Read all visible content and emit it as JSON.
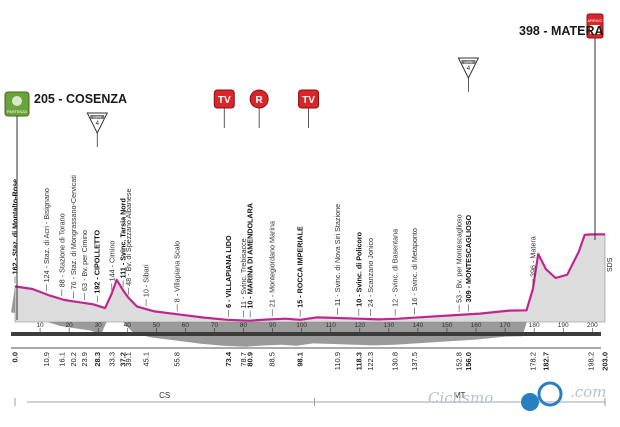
{
  "chart_data": {
    "type": "area",
    "start_label": "205 - COSENZA",
    "finish_label": "398 - MATERA",
    "start_badge": "PARTENZA",
    "finish_badge": "ARRIVO",
    "colors": {
      "profile_face": "#dcdcdc",
      "profile_side": "#9a9a9a",
      "route_line": "#c0268f",
      "tv_badge": "#d8262b",
      "start_badge": "#6aa33a"
    },
    "elevation_profile": {
      "x": [
        0,
        6,
        12,
        17,
        22,
        27,
        31,
        33.3,
        35,
        37.2,
        39,
        42,
        48,
        56,
        65,
        73,
        80.9,
        86,
        93,
        98.1,
        104,
        111,
        118.3,
        125,
        132,
        140,
        150,
        160,
        170,
        176,
        178.2,
        180,
        182.7,
        186,
        190,
        194,
        196,
        198.2,
        200,
        203
      ],
      "y": [
        162,
        150,
        120,
        100,
        90,
        80,
        63,
        130,
        192,
        144,
        111,
        70,
        48,
        35,
        20,
        10,
        6,
        11,
        15,
        10,
        21,
        18,
        15,
        12,
        15,
        22,
        30,
        38,
        52,
        53,
        150,
        309,
        240,
        200,
        215,
        320,
        396,
        398,
        398,
        398
      ]
    },
    "waypoints": [
      {
        "km": 0.0,
        "elev": 162,
        "label": "162 - Staz. di Montalto-Rose",
        "dist": "0.0",
        "emph": true
      },
      {
        "km": 10.9,
        "elev": 124,
        "label": "124 - Staz. di Acri - Bisignano",
        "dist": "10.9",
        "emph": false
      },
      {
        "km": 16.1,
        "elev": 88,
        "label": "88 - Stazione di Torano",
        "dist": "16.1",
        "emph": false
      },
      {
        "km": 20.2,
        "elev": 76,
        "label": "76 - Staz. di Mongrassano-Cervicati",
        "dist": "20.2",
        "emph": false
      },
      {
        "km": 23.9,
        "elev": 63,
        "label": "63 - Bv. per Cimino",
        "dist": "23.9",
        "emph": false
      },
      {
        "km": 28.3,
        "elev": 192,
        "label": "192 - CIPOLLETTO",
        "dist": "28.3",
        "emph": true
      },
      {
        "km": 33.3,
        "elev": 144,
        "label": "144 - Cimino",
        "dist": "33.3",
        "emph": false
      },
      {
        "km": 37.2,
        "elev": 111,
        "label": "111 - Svinc. Tarsia Nord",
        "dist": "37.2",
        "emph": true
      },
      {
        "km": 39.1,
        "elev": 48,
        "label": "48 - Bv. di Spezzano Albanese",
        "dist": "39.1",
        "emph": false
      },
      {
        "km": 45.1,
        "elev": 10,
        "label": "10 - Sibari",
        "dist": "45.1",
        "emph": false
      },
      {
        "km": 55.8,
        "elev": 8,
        "label": "8 - Villapiana Scalo",
        "dist": "55.8",
        "emph": false
      },
      {
        "km": 73.4,
        "elev": 6,
        "label": "6 - VILLAPIANA LIDO",
        "dist": "73.4",
        "emph": true
      },
      {
        "km": 78.7,
        "elev": 11,
        "label": "11 - Svinc. Trebisacce",
        "dist": "78.7",
        "emph": false
      },
      {
        "km": 80.9,
        "elev": 10,
        "label": "10 - MARINA DI AMENDOLARA",
        "dist": "80.9",
        "emph": true
      },
      {
        "km": 88.5,
        "elev": 21,
        "label": "21 - Montegiordano Marina",
        "dist": "88.5",
        "emph": false
      },
      {
        "km": 98.1,
        "elev": 15,
        "label": "15 - ROCCA IMPERIALE",
        "dist": "98.1",
        "emph": true
      },
      {
        "km": 110.9,
        "elev": 11,
        "label": "11 - Svinc. di Nova Siri Stazione",
        "dist": "110.9",
        "emph": false
      },
      {
        "km": 118.3,
        "elev": 10,
        "label": "10 - Svinc. di Policoro",
        "dist": "118.3",
        "emph": true
      },
      {
        "km": 122.3,
        "elev": 24,
        "label": "24 - Scanzano Jonico",
        "dist": "122.3",
        "emph": false
      },
      {
        "km": 130.8,
        "elev": 12,
        "label": "12 - Svinc. di Basentana",
        "dist": "130.8",
        "emph": false
      },
      {
        "km": 137.5,
        "elev": 16,
        "label": "16 - Svinc. di Metaponto",
        "dist": "137.5",
        "emph": false
      },
      {
        "km": 152.8,
        "elev": 53,
        "label": "53 - Bv. per Montescaglioso",
        "dist": "152.8",
        "emph": false
      },
      {
        "km": 156.0,
        "elev": 309,
        "label": "309 - MONTESCAGLIOSO",
        "dist": "156.0",
        "emph": true
      },
      {
        "km": 178.2,
        "elev": 396,
        "label": "396 - Matera",
        "dist": "178.2",
        "emph": false
      },
      {
        "km": 182.7,
        "elev": 398,
        "label": "",
        "dist": "182.7",
        "emph": true
      },
      {
        "km": 198.2,
        "elev": 398,
        "label": "",
        "dist": "198.2",
        "emph": false
      },
      {
        "km": 203.0,
        "elev": 398,
        "label": "",
        "dist": "203.0",
        "emph": true
      }
    ],
    "km_ticks": [
      10,
      20,
      30,
      40,
      50,
      60,
      70,
      80,
      90,
      100,
      110,
      120,
      130,
      140,
      150,
      160,
      170,
      180,
      190,
      200
    ],
    "markers": [
      {
        "km": 28.3,
        "type": "gpm",
        "text": "GPM",
        "cat": "4"
      },
      {
        "km": 72,
        "type": "tv",
        "text": "TV"
      },
      {
        "km": 84,
        "type": "r",
        "text": "R"
      },
      {
        "km": 101,
        "type": "tv",
        "text": "TV"
      },
      {
        "km": 156.0,
        "type": "gpm",
        "text": "GPM",
        "cat": "4"
      }
    ],
    "provinces": [
      {
        "label": "CS",
        "from": 0,
        "to": 103
      },
      {
        "label": "MT",
        "from": 103,
        "to": 203
      }
    ],
    "sprint_label": "SDS",
    "watermark": "Ciclismo"
  }
}
